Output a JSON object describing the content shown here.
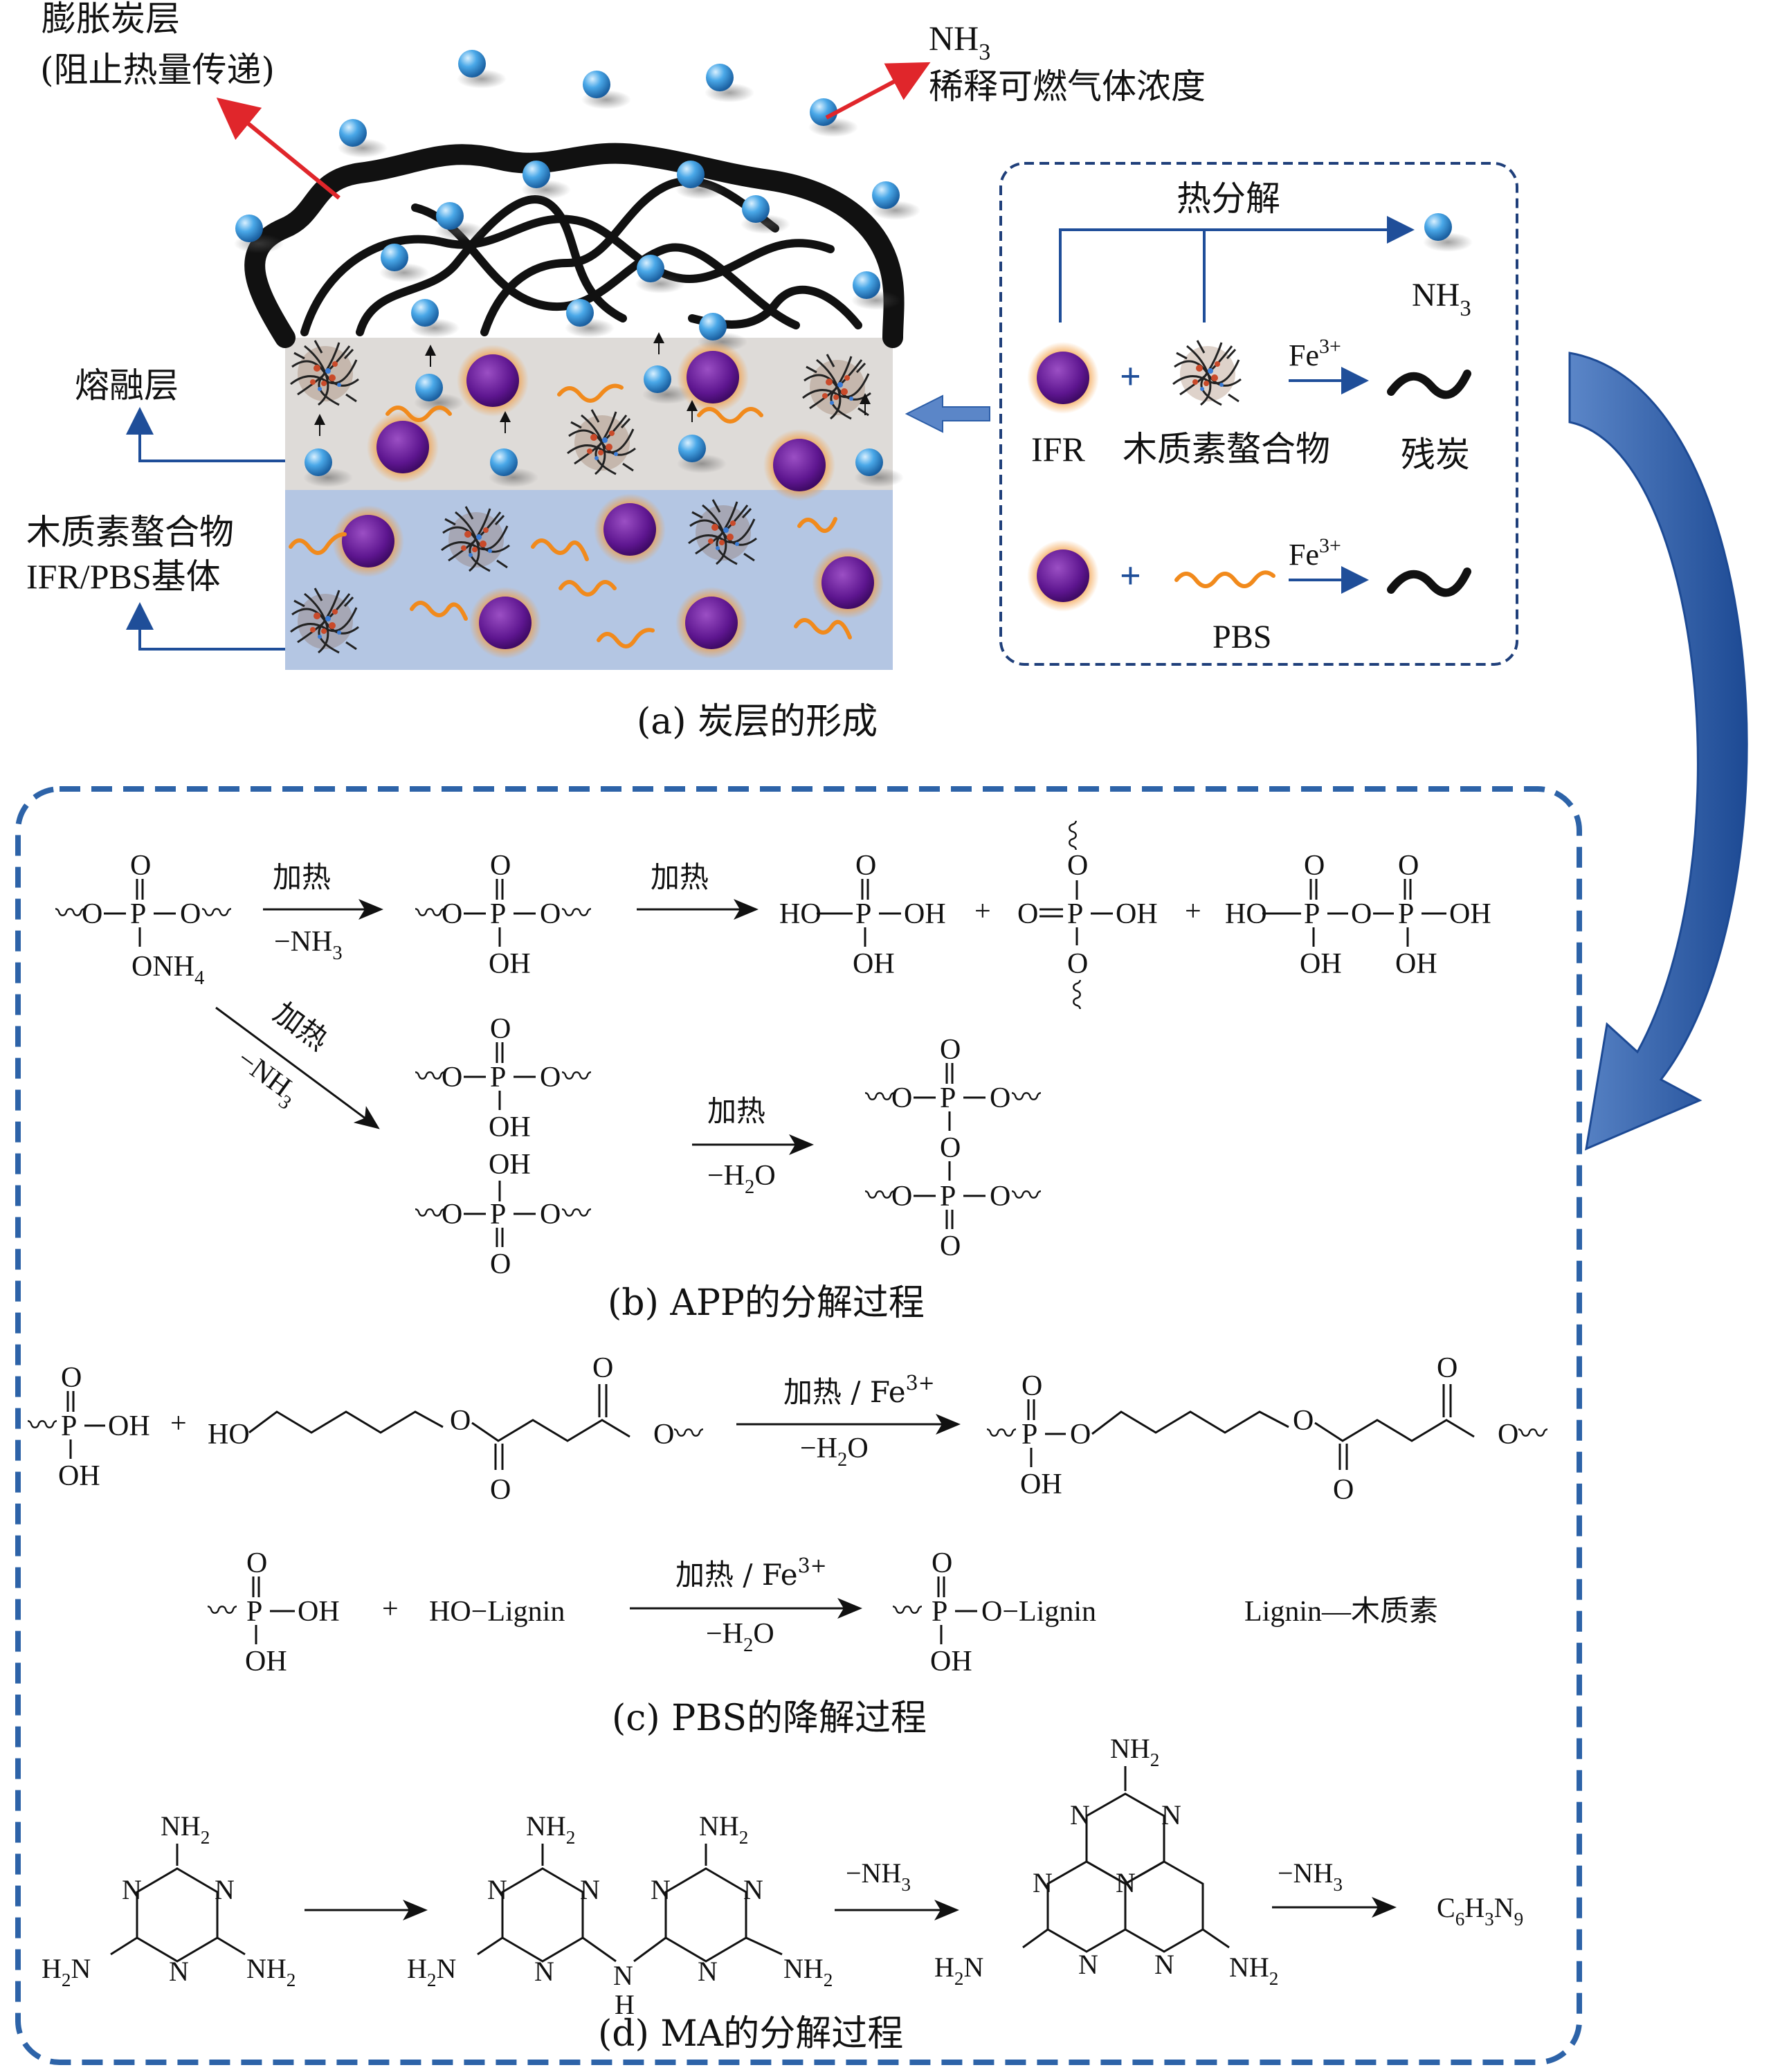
{
  "colors": {
    "accent_blue": "#1f4e99",
    "dashed_blue": "#2d63a8",
    "red_arrow": "#e0262b",
    "ifr_purple": "#6a1b9a",
    "ifr_glow": "#f39a3c",
    "pbs_orange": "#f18a1c",
    "melt_layer": "#dedbd8",
    "matrix_layer": "#b4c6e3",
    "nh3_ball": "#3a9ee0"
  },
  "panel_a": {
    "char_layer_l1": "膨胀炭层",
    "char_layer_l2": "(阻止热量传递)",
    "nh3_label": "NH",
    "nh3_sub": "3",
    "nh3_desc": "稀释可燃气体浓度",
    "melt_layer": "熔融层",
    "matrix_l1": "木质素螯合物",
    "matrix_l2": "IFR/PBS基体",
    "box_pyrolysis": "热分解",
    "box_nh3": "NH",
    "box_nh3_sub": "3",
    "ifr": "IFR",
    "lignin_chelate": "木质素螯合物",
    "fe": "Fe",
    "fe_sup": "3+",
    "residual_char": "残炭",
    "pbs": "PBS",
    "caption": "(a) 炭层的形成"
  },
  "panel_b": {
    "heat": "加热",
    "minus_nh": "−NH",
    "minus_h": "−H",
    "sub3": "3",
    "sub2": "2",
    "o": "O",
    "p": "P",
    "oh": "OH",
    "ho": "HO",
    "onh4": "ONH",
    "sub4": "4",
    "plus": "+",
    "caption": "(b) APP的分解过程"
  },
  "panel_c": {
    "heat_fe": "加热 / Fe",
    "fe_sup": "3+",
    "minus_h": "−H",
    "sub2": "2",
    "ho": "HO",
    "ho_lignin": "HO−Lignin",
    "o_lignin": "O−Lignin",
    "lignin_note": "Lignin—木质素",
    "plus": "+",
    "caption": "(c) PBS的降解过程"
  },
  "panel_d": {
    "nh2": "NH",
    "h2n": "H",
    "n_letter": "N",
    "h_letter": "H",
    "minus_nh": "−NH",
    "sub2": "2",
    "sub3": "3",
    "product": "C",
    "product_h": "H",
    "product_n": "N",
    "product_sub1": "6",
    "product_sub2": "3",
    "product_sub3": "9",
    "caption": "(d) MA的分解过程"
  }
}
